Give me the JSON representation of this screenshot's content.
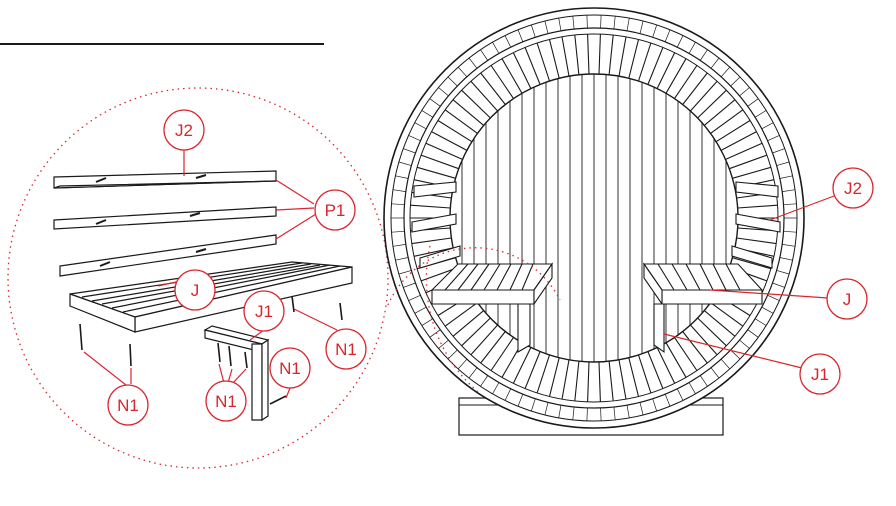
{
  "colors": {
    "line": "#1a1a1a",
    "callout": "#d9262c",
    "background": "#ffffff"
  },
  "detail_view": {
    "labels": {
      "backrest_slat": "J2",
      "screws_top": "P1",
      "seat": "J",
      "seat_support": "J1",
      "nails_left": "N1",
      "nails_right": "N1",
      "nails_support": "N1",
      "nail_loose": "N1"
    }
  },
  "barrel_view": {
    "labels": {
      "backrest": "J2",
      "seat": "J",
      "support": "J1"
    }
  }
}
